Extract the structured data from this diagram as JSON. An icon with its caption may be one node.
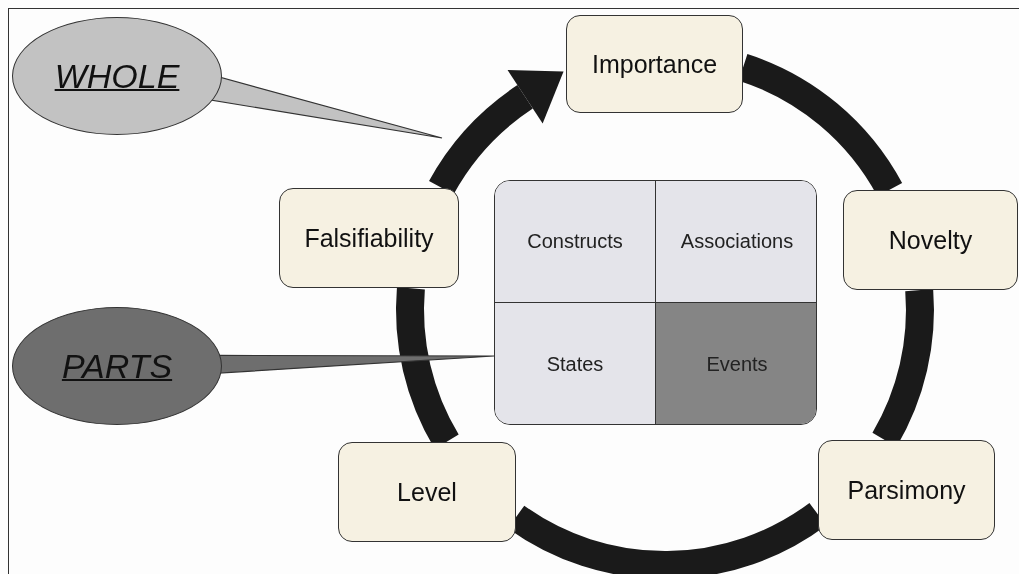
{
  "diagram": {
    "nodes": [
      {
        "text": [
          "WHOLE"
        ]
      },
      {
        "text": [
          "Importance"
        ]
      },
      {
        "text": [
          "Falsifiability"
        ]
      },
      {
        "text": [],
        "shape": "box"
      },
      {
        "text": [
          "Constructs"
        ],
        "in": 3
      },
      {
        "text": [
          "Associations"
        ],
        "in": 3
      },
      {
        "text": [
          "Novelty"
        ]
      },
      {
        "text": [
          "PARTS"
        ]
      },
      {
        "text": [
          "States"
        ],
        "in": 3
      },
      {
        "text": [
          "Events"
        ],
        "in": 3
      },
      {
        "text": [
          "Level"
        ]
      },
      {
        "text": [
          "Parsimony"
        ]
      }
    ],
    "edges": [
      {
        "from": 1,
        "to": 6,
        "arrow": "none"
      },
      {
        "from": 6,
        "to": 11,
        "arrow": "none"
      },
      {
        "from": 11,
        "to": 10,
        "arrow": "none"
      },
      {
        "from": 10,
        "to": 2,
        "arrow": "none"
      },
      {
        "from": 2,
        "to": 1,
        "arrow": "to"
      },
      {
        "from": 0,
        "to": null,
        "arrow": "to"
      },
      {
        "from": 7,
        "to": 8,
        "arrow": "to"
      }
    ]
  }
}
